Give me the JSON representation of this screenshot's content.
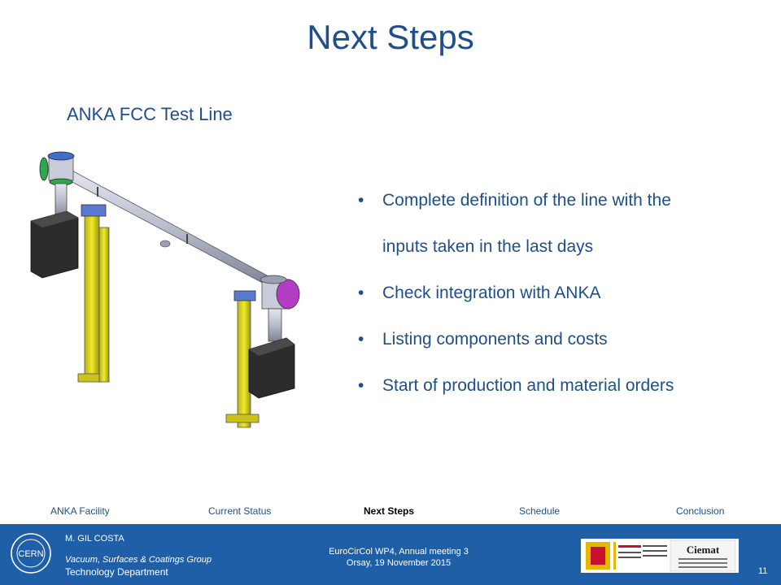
{
  "slide": {
    "title": "Next Steps",
    "subtitle": "ANKA FCC Test Line",
    "bullets": [
      "Complete definition of the line with the inputs taken in the last days",
      "Check integration with ANKA",
      "Listing components and costs",
      "Start of production and material orders"
    ],
    "bullet_symbol": "•"
  },
  "nav": {
    "items": [
      "ANKA Facility",
      "Current Status",
      "Next Steps",
      "Schedule",
      "Conclusion"
    ],
    "active": "Next Steps"
  },
  "footer": {
    "author": "M. GIL COSTA",
    "group": "Vacuum, Surfaces & Coatings Group",
    "department": "Technology Department",
    "event_line1": "EuroCirCol WP4, Annual meeting 3",
    "event_line2": "Orsay, 19 November 2015",
    "page_number": "11",
    "cern_logo_text": "CERN",
    "ciemat_logo_text": "Ciemat"
  },
  "colors": {
    "title": "#1f4e8c",
    "footer_bg": "#1f5fa8",
    "support": "#e6e01e",
    "pipe": "#b8bccc"
  }
}
